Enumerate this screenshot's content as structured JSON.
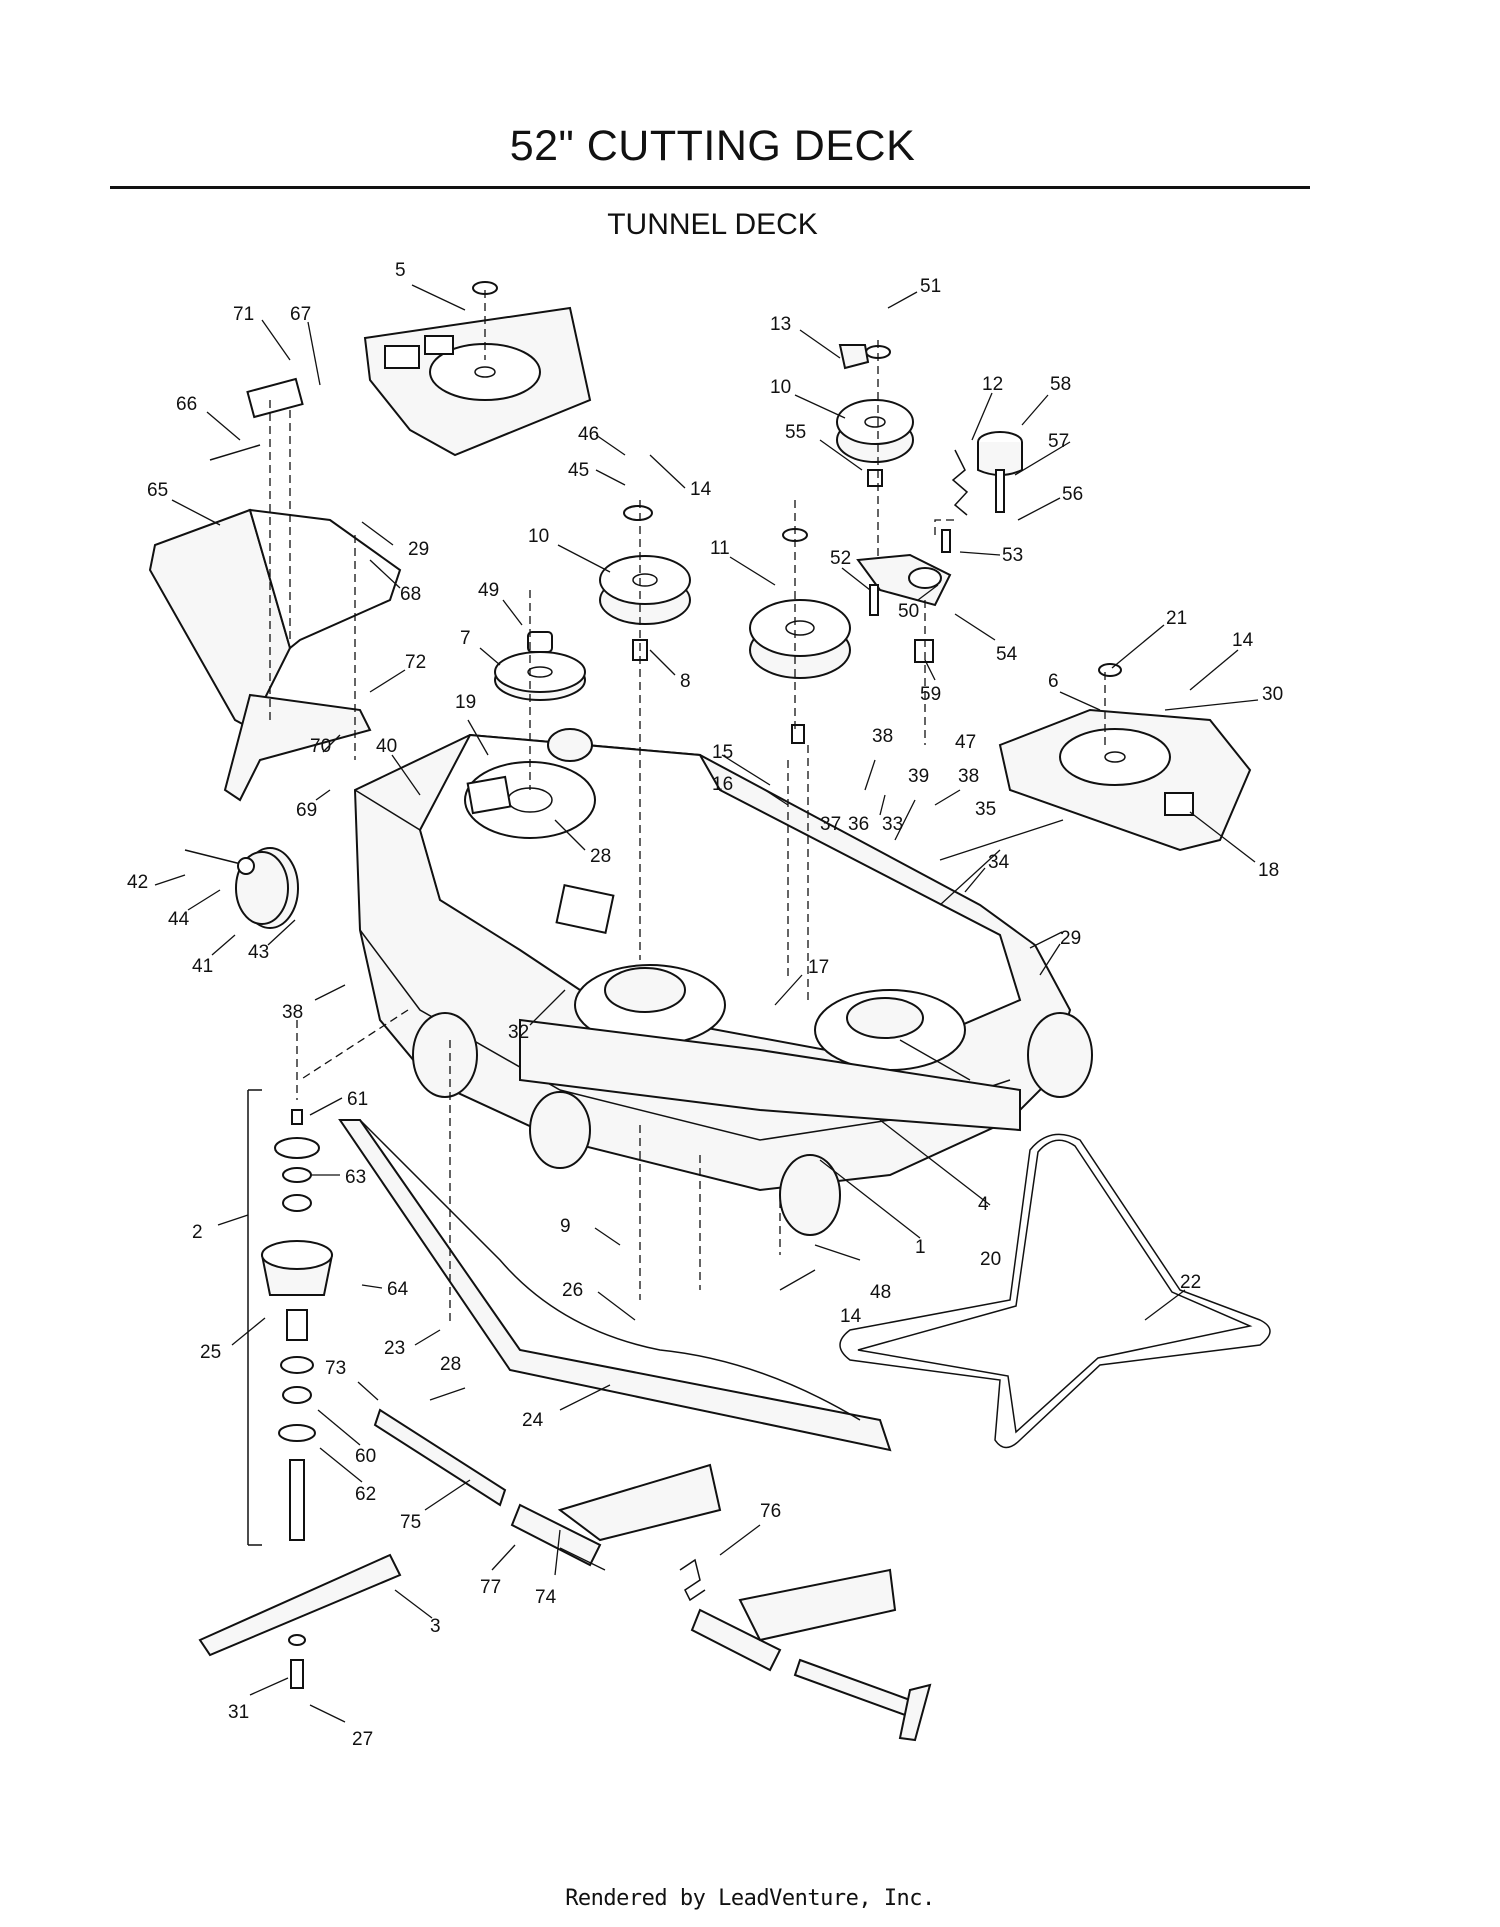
{
  "header": {
    "title": "52\" CUTTING DECK",
    "subtitle": "TUNNEL DECK"
  },
  "footer": {
    "text": "Rendered by LeadVenture, Inc."
  },
  "callouts": [
    {
      "id": "c5",
      "label": "5"
    },
    {
      "id": "c71",
      "label": "71"
    },
    {
      "id": "c67",
      "label": "67"
    },
    {
      "id": "c66",
      "label": "66"
    },
    {
      "id": "c65",
      "label": "65"
    },
    {
      "id": "c29a",
      "label": "29"
    },
    {
      "id": "c68",
      "label": "68"
    },
    {
      "id": "c49",
      "label": "49"
    },
    {
      "id": "c7",
      "label": "7"
    },
    {
      "id": "c46",
      "label": "46"
    },
    {
      "id": "c45",
      "label": "45"
    },
    {
      "id": "c14a",
      "label": "14"
    },
    {
      "id": "c10a",
      "label": "10"
    },
    {
      "id": "c8",
      "label": "8"
    },
    {
      "id": "c11",
      "label": "11"
    },
    {
      "id": "c13",
      "label": "13"
    },
    {
      "id": "c51",
      "label": "51"
    },
    {
      "id": "c10b",
      "label": "10"
    },
    {
      "id": "c55",
      "label": "55"
    },
    {
      "id": "c12",
      "label": "12"
    },
    {
      "id": "c58",
      "label": "58"
    },
    {
      "id": "c57",
      "label": "57"
    },
    {
      "id": "c56",
      "label": "56"
    },
    {
      "id": "c52",
      "label": "52"
    },
    {
      "id": "c53",
      "label": "53"
    },
    {
      "id": "c50",
      "label": "50"
    },
    {
      "id": "c54",
      "label": "54"
    },
    {
      "id": "c59",
      "label": "59"
    },
    {
      "id": "c21",
      "label": "21"
    },
    {
      "id": "c14b",
      "label": "14"
    },
    {
      "id": "c30",
      "label": "30"
    },
    {
      "id": "c6",
      "label": "6"
    },
    {
      "id": "c18",
      "label": "18"
    },
    {
      "id": "c72",
      "label": "72"
    },
    {
      "id": "c19",
      "label": "19"
    },
    {
      "id": "c40",
      "label": "40"
    },
    {
      "id": "c70",
      "label": "70"
    },
    {
      "id": "c69",
      "label": "69"
    },
    {
      "id": "c28a",
      "label": "28"
    },
    {
      "id": "c15",
      "label": "15"
    },
    {
      "id": "c16",
      "label": "16"
    },
    {
      "id": "c38a",
      "label": "38"
    },
    {
      "id": "c39",
      "label": "39"
    },
    {
      "id": "c47",
      "label": "47"
    },
    {
      "id": "c38b",
      "label": "38"
    },
    {
      "id": "c37",
      "label": "37"
    },
    {
      "id": "c36",
      "label": "36"
    },
    {
      "id": "c33",
      "label": "33"
    },
    {
      "id": "c35",
      "label": "35"
    },
    {
      "id": "c34",
      "label": "34"
    },
    {
      "id": "c42",
      "label": "42"
    },
    {
      "id": "c44",
      "label": "44"
    },
    {
      "id": "c41",
      "label": "41"
    },
    {
      "id": "c43",
      "label": "43"
    },
    {
      "id": "c38c",
      "label": "38"
    },
    {
      "id": "c32",
      "label": "32"
    },
    {
      "id": "c17",
      "label": "17"
    },
    {
      "id": "c29b",
      "label": "29"
    },
    {
      "id": "c61",
      "label": "61"
    },
    {
      "id": "c63",
      "label": "63"
    },
    {
      "id": "c2",
      "label": "2"
    },
    {
      "id": "c64",
      "label": "64"
    },
    {
      "id": "c25",
      "label": "25"
    },
    {
      "id": "c73",
      "label": "73"
    },
    {
      "id": "c23",
      "label": "23"
    },
    {
      "id": "c28b",
      "label": "28"
    },
    {
      "id": "c60",
      "label": "60"
    },
    {
      "id": "c62",
      "label": "62"
    },
    {
      "id": "c75",
      "label": "75"
    },
    {
      "id": "c9",
      "label": "9"
    },
    {
      "id": "c26",
      "label": "26"
    },
    {
      "id": "c24",
      "label": "24"
    },
    {
      "id": "c4",
      "label": "4"
    },
    {
      "id": "c1",
      "label": "1"
    },
    {
      "id": "c20",
      "label": "20"
    },
    {
      "id": "c48",
      "label": "48"
    },
    {
      "id": "c14c",
      "label": "14"
    },
    {
      "id": "c22",
      "label": "22"
    },
    {
      "id": "c76",
      "label": "76"
    },
    {
      "id": "c77",
      "label": "77"
    },
    {
      "id": "c74",
      "label": "74"
    },
    {
      "id": "c3",
      "label": "3"
    },
    {
      "id": "c31",
      "label": "31"
    },
    {
      "id": "c27",
      "label": "27"
    }
  ]
}
